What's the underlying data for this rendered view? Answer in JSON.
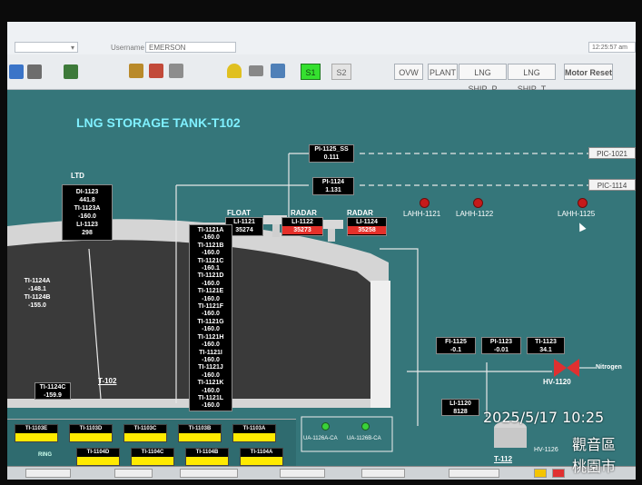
{
  "header": {
    "username_label": "Username",
    "username_value": "EMERSON",
    "time": "12:25:57 am"
  },
  "toolbar": {
    "s1": "S1",
    "s2": "S2",
    "ovw": "OVW",
    "plant": "PLANT",
    "lng_ship_p": "LNG SHIP_P",
    "lng_ship_t": "LNG SHIP_T",
    "motor_reset": "Motor Reset",
    "active_color": "#35e02f"
  },
  "process": {
    "title": "LNG STORAGE TANK-T102",
    "ltd_label": "LTD",
    "ltd_block": [
      {
        "label": "DI-1123",
        "value": "441.8"
      },
      {
        "label": "TI-1123A",
        "value": "-160.0"
      },
      {
        "label": "LI-1123",
        "value": "298"
      }
    ],
    "pi_1125": {
      "label": "PI-1125_SS",
      "value": "0.111"
    },
    "pi_1124": {
      "label": "PI-1124",
      "value": "1.131"
    },
    "pic_1021": "PIC-1021",
    "pic_1114": "PIC-1114",
    "level_heads": [
      "FLOAT",
      "RADAR",
      "RADAR"
    ],
    "levels": [
      {
        "label": "LI-1121",
        "value": "35274",
        "alarm": false
      },
      {
        "label": "LI-1122",
        "value": "35273",
        "alarm": true
      },
      {
        "label": "LI-1124",
        "value": "35258",
        "alarm": true
      }
    ],
    "lahh": [
      "LAHH-1121",
      "LAHH-1122",
      "LAHH-1125"
    ],
    "temp_column": [
      {
        "label": "TI-1121A",
        "value": "-160.0"
      },
      {
        "label": "TI-1121B",
        "value": "-160.0"
      },
      {
        "label": "TI-1121C",
        "value": "-160.1"
      },
      {
        "label": "TI-1121D",
        "value": "-160.0"
      },
      {
        "label": "TI-1121E",
        "value": "-160.0"
      },
      {
        "label": "TI-1121F",
        "value": "-160.0"
      },
      {
        "label": "TI-1121G",
        "value": "-160.0"
      },
      {
        "label": "TI-1121H",
        "value": "-160.0"
      },
      {
        "label": "TI-1121I",
        "value": "-160.0"
      },
      {
        "label": "TI-1121J",
        "value": "-160.0"
      },
      {
        "label": "TI-1121K",
        "value": "-160.0"
      },
      {
        "label": "TI-1121L",
        "value": "-160.0"
      }
    ],
    "ti_1124a": {
      "label": "TI-1124A",
      "value": "-148.1"
    },
    "ti_1124b": {
      "label": "TI-1124B",
      "value": "-155.0"
    },
    "ti_1124c": {
      "label": "TI-1124C",
      "value": "-159.9"
    },
    "tank_tag": "T-102",
    "right_blocks": [
      {
        "label": "FI-1125",
        "value": "-0.1"
      },
      {
        "label": "PI-1123",
        "value": "-0.01"
      },
      {
        "label": "TI-1123",
        "value": "34.1"
      }
    ],
    "nitrogen": "Nitrogen",
    "hv_1120": "HV-1120",
    "li_1120": {
      "label": "LI-1120",
      "value": "8128"
    },
    "t112": "T-112",
    "hv_1126": "HV-1126",
    "ua_labels": [
      "UA-1126A-CA",
      "UA-1126B-CA"
    ],
    "ring_label": "RING",
    "row1": [
      "TI-1103E",
      "TI-1103D",
      "TI-1103C",
      "TI-1103B",
      "TI-1103A"
    ],
    "row2": [
      "TI-1104D",
      "TI-1104C",
      "TI-1104B",
      "TI-1104A"
    ]
  },
  "overlay": {
    "timestamp": "2025/5/17 10:25",
    "place1": "觀音區",
    "place2": "桃園市"
  }
}
